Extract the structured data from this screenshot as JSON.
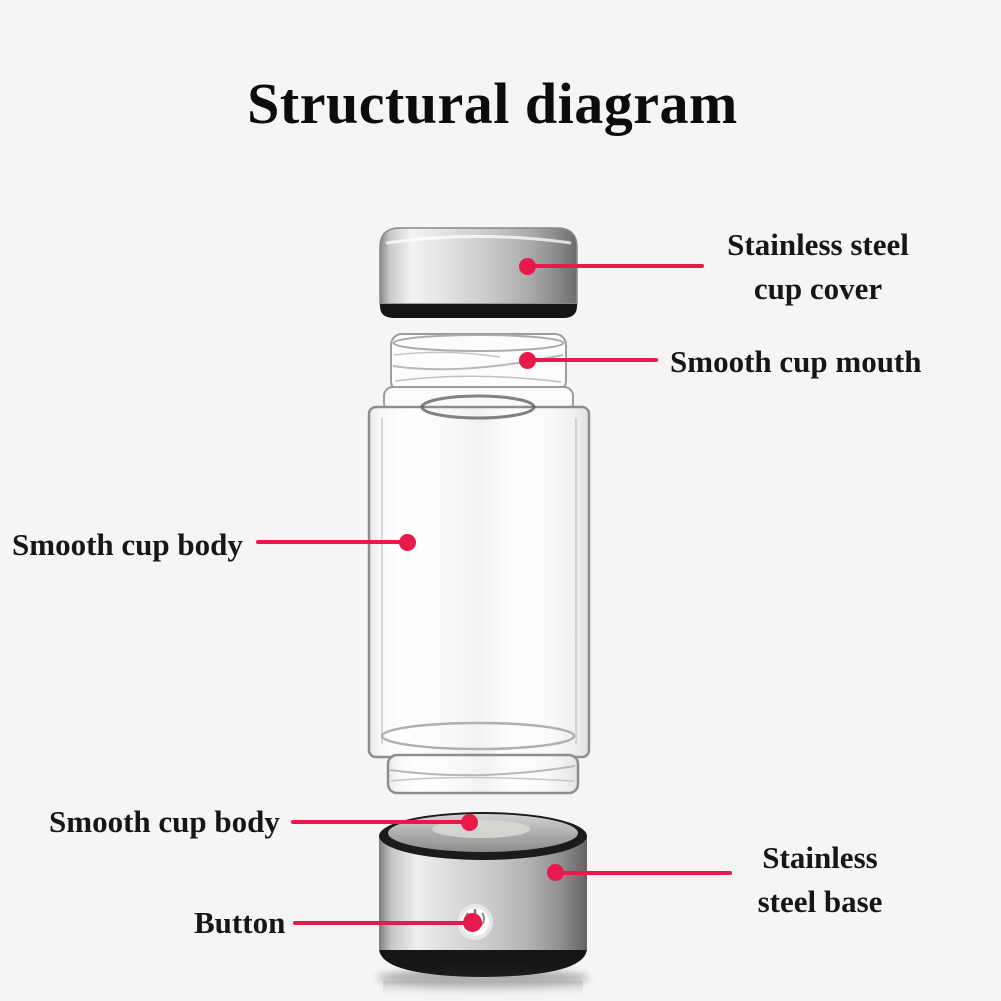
{
  "page": {
    "title": "Structural diagram",
    "background_color": "#f6f5f4",
    "accent_color": "#e8194b",
    "text_color": "#161616"
  },
  "annotations": [
    {
      "id": "cup-cover",
      "lines": [
        "Stainless steel",
        "cup cover"
      ]
    },
    {
      "id": "cup-mouth",
      "lines": [
        "Smooth cup mouth"
      ]
    },
    {
      "id": "cup-body-upper",
      "lines": [
        "Smooth cup body"
      ]
    },
    {
      "id": "cup-body-lower",
      "lines": [
        "Smooth cup body"
      ]
    },
    {
      "id": "button",
      "lines": [
        "Button"
      ]
    },
    {
      "id": "base",
      "lines": [
        "Stainless",
        "steel base"
      ]
    }
  ]
}
